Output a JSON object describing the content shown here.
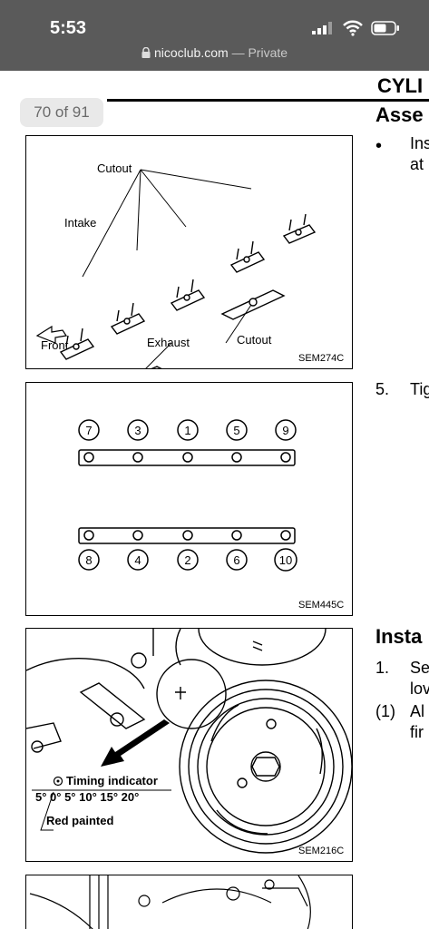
{
  "status": {
    "time": "5:53"
  },
  "browser": {
    "domain": "nicoclub.com",
    "mode": "— Private"
  },
  "pager": {
    "label": "70 of 91"
  },
  "doc": {
    "header1": "CYLI",
    "header2": "Asse",
    "right_text": {
      "bullet": "•",
      "line1": "Ins",
      "line2": "at",
      "step5_num": "5.",
      "step5_text": "Tig",
      "install_header": "Insta",
      "step1_num": "1.",
      "step1_text": "Se",
      "step1_line2": "lov",
      "sub1_num": "(1)",
      "sub1_text": "Al",
      "sub1_line2": "fir"
    },
    "fig1": {
      "code": "SEM274C",
      "labels": {
        "cutout_top": "Cutout",
        "intake": "Intake",
        "front": "Front",
        "exhaust": "Exhaust",
        "cutout_bottom": "Cutout"
      }
    },
    "fig2": {
      "code": "SEM445C",
      "top_numbers": [
        "7",
        "3",
        "1",
        "5",
        "9"
      ],
      "bottom_numbers": [
        "8",
        "4",
        "2",
        "6",
        "10"
      ]
    },
    "fig3": {
      "code": "SEM216C",
      "labels": {
        "timing": "Timing indicator",
        "scale": "5° 0° 5° 10° 15° 20°",
        "red": "Red painted"
      }
    }
  }
}
